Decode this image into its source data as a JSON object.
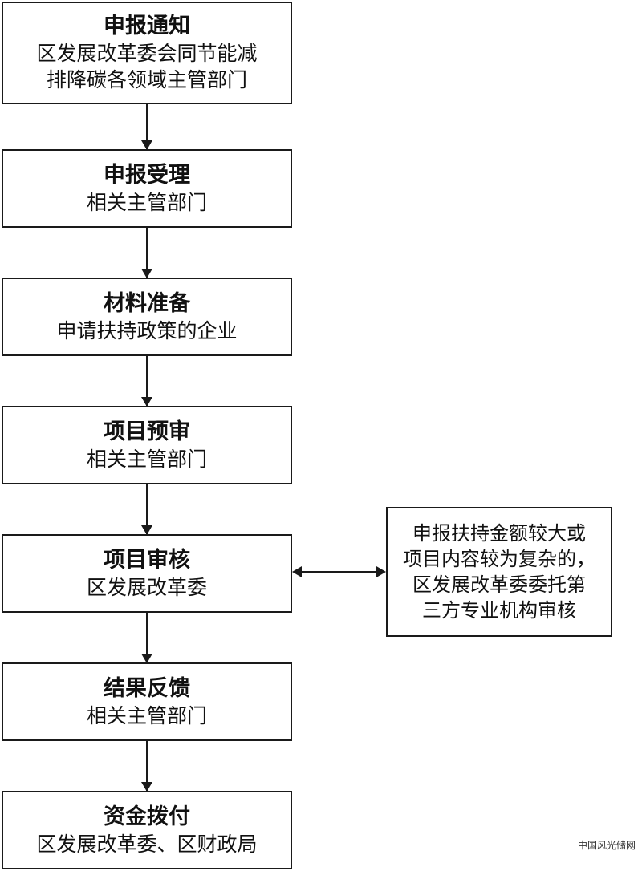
{
  "flow": {
    "steps": [
      {
        "title": "申报通知",
        "lines": [
          "区发展改革委会同节能减",
          "排降碳各领域主管部门"
        ]
      },
      {
        "title": "申报受理",
        "lines": [
          "相关主管部门"
        ]
      },
      {
        "title": "材料准备",
        "lines": [
          "申请扶持政策的企业"
        ]
      },
      {
        "title": "项目预审",
        "lines": [
          "相关主管部门"
        ]
      },
      {
        "title": "项目审核",
        "lines": [
          "区发展改革委"
        ]
      },
      {
        "title": "结果反馈",
        "lines": [
          "相关主管部门"
        ]
      },
      {
        "title": "资金拨付",
        "lines": [
          "区发展改革委、区财政局"
        ]
      }
    ],
    "side_note": {
      "lines": [
        "申报扶持金额较大或",
        "项目内容较为复杂的，",
        "区发展改革委委托第",
        "三方专业机构审核"
      ]
    }
  },
  "watermark": "中国风光储网"
}
